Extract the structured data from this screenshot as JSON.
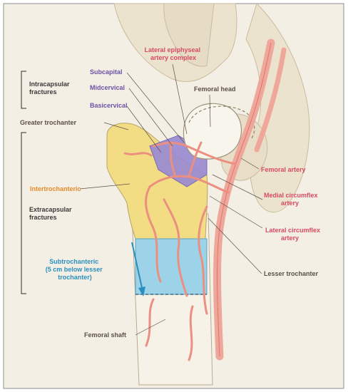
{
  "colors": {
    "background": "#f4efe4",
    "bone": "#f6eedc",
    "bone_outline": "#b9ab8f",
    "trochanter_yellow": "#f3dd84",
    "capsule_purple": "#9a8bd3",
    "subtroch_blue": "#9cd3e8",
    "artery": "#f0a79b",
    "artery_dark": "#d9776a",
    "label_dark": "#5a5048",
    "label_purple": "#6a52a8",
    "label_pink": "#d94a62",
    "label_orange": "#e58a2a",
    "label_cyan": "#2a8fbf"
  },
  "labels": {
    "lateral_epiphyseal": [
      "Lateral epiphyseal",
      "artery complex"
    ],
    "subcapital": "Subcapital",
    "midcervical": "Midcervical",
    "basicervical": "Basicervical",
    "intracapsular": [
      "Intracapsular",
      "fractures"
    ],
    "femoral_head": "Femoral head",
    "greater_trochanter": "Greater trochanter",
    "femoral_artery": "Femoral artery",
    "intertrochanteric": "Intertrochanteric",
    "extracapsular": [
      "Extracapsular",
      "fractures"
    ],
    "medial_circumflex": [
      "Medial circumflex",
      "artery"
    ],
    "lateral_circumflex": [
      "Lateral circumflex",
      "artery"
    ],
    "subtrochanteric": [
      "Subtrochanteric",
      "(5 cm below lesser",
      "trochanter)"
    ],
    "lesser_trochanter": "Lesser trochanter",
    "femoral_shaft": "Femoral shaft"
  }
}
